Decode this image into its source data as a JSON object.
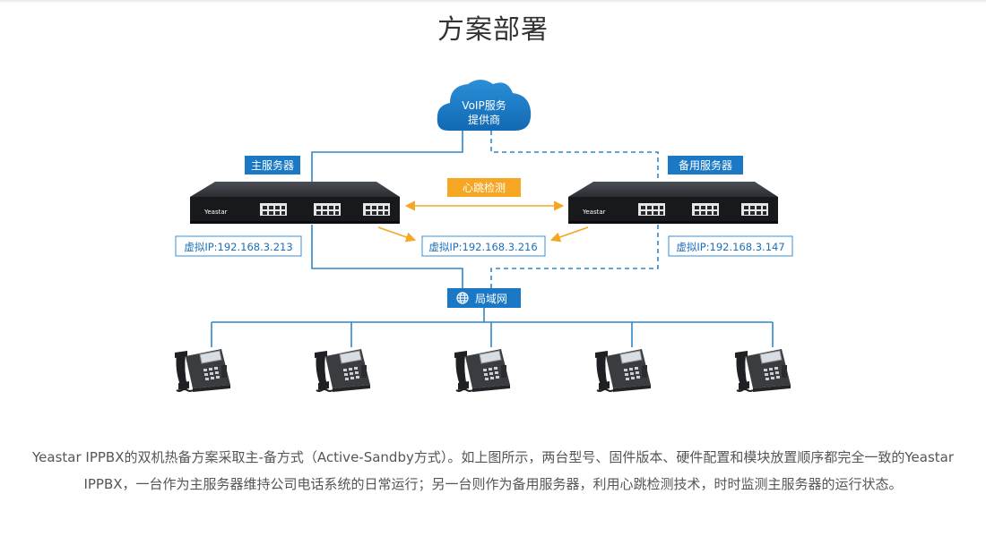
{
  "page": {
    "title": "方案部署",
    "description": "Yeastar IPPBX的双机热备方案采取主-备方式（Active-Sandby方式）。如上图所示，两台型号、固件版本、硬件配置和模块放置顺序都完全一致的Yeastar IPPBX，一台作为主服务器维持公司电话系统的日常运行；另一台则作为备用服务器，利用心跳检测技术，时时监测主服务器的运行状态。"
  },
  "diagram": {
    "cloud": {
      "line1": "VoIP服务",
      "line2": "提供商"
    },
    "primary": {
      "label": "主服务器",
      "ip": "虚拟IP:192.168.3.213",
      "brand": "Yeastar"
    },
    "backup": {
      "label": "备用服务器",
      "ip": "虚拟IP:192.168.3.147",
      "brand": "Yeastar"
    },
    "heartbeat": "心跳检测",
    "shared_ip": "虚拟IP:192.168.3.216",
    "lan": {
      "label": "局域网",
      "icon": "globe-icon"
    },
    "phone_count": 5,
    "colors": {
      "badge": "#1b78c4",
      "line": "#2d87c9",
      "heartbeat": "#f5a623",
      "ip_border": "#3a8fd0",
      "ip_text": "#1b6fb8"
    }
  }
}
